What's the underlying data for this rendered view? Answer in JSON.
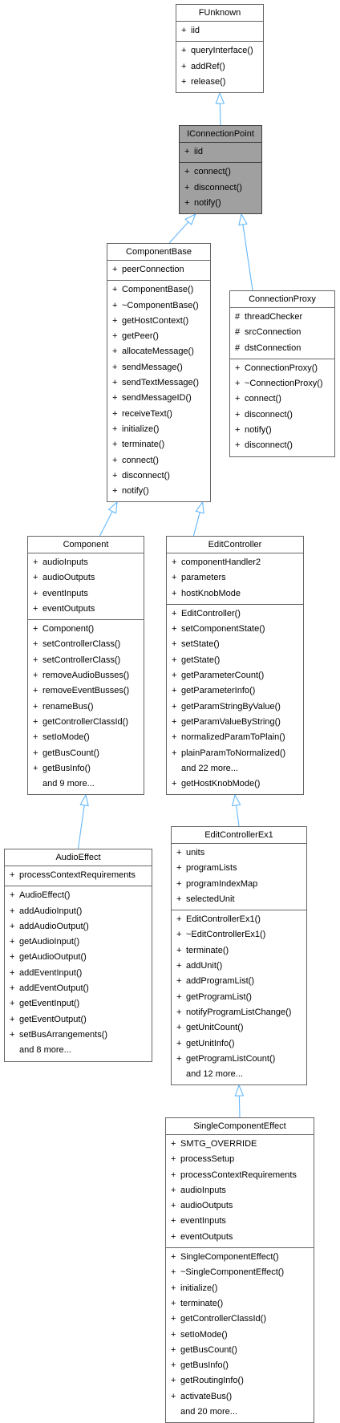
{
  "colors": {
    "edge": "#63b8ff",
    "highlight": "#a0a0a0",
    "border": "#666666"
  },
  "nodes": {
    "funknown": {
      "title": "FUnknown",
      "attrs": [
        {
          "mk": "+",
          "text": "iid"
        }
      ],
      "ops": [
        {
          "mk": "+",
          "text": "queryInterface()"
        },
        {
          "mk": "+",
          "text": "addRef()"
        },
        {
          "mk": "+",
          "text": "release()"
        }
      ]
    },
    "iconnectionpoint": {
      "title": "IConnectionPoint",
      "attrs": [
        {
          "mk": "+",
          "text": "iid"
        }
      ],
      "ops": [
        {
          "mk": "+",
          "text": "connect()"
        },
        {
          "mk": "+",
          "text": "disconnect()"
        },
        {
          "mk": "+",
          "text": "notify()"
        }
      ]
    },
    "componentbase": {
      "title": "ComponentBase",
      "attrs": [
        {
          "mk": "+",
          "text": "peerConnection"
        }
      ],
      "ops": [
        {
          "mk": "+",
          "text": "ComponentBase()"
        },
        {
          "mk": "+",
          "text": "~ComponentBase()"
        },
        {
          "mk": "+",
          "text": "getHostContext()"
        },
        {
          "mk": "+",
          "text": "getPeer()"
        },
        {
          "mk": "+",
          "text": "allocateMessage()"
        },
        {
          "mk": "+",
          "text": "sendMessage()"
        },
        {
          "mk": "+",
          "text": "sendTextMessage()"
        },
        {
          "mk": "+",
          "text": "sendMessageID()"
        },
        {
          "mk": "+",
          "text": "receiveText()"
        },
        {
          "mk": "+",
          "text": "initialize()"
        },
        {
          "mk": "+",
          "text": "terminate()"
        },
        {
          "mk": "+",
          "text": "connect()"
        },
        {
          "mk": "+",
          "text": "disconnect()"
        },
        {
          "mk": "+",
          "text": "notify()"
        }
      ]
    },
    "connectionproxy": {
      "title": "ConnectionProxy",
      "attrs": [
        {
          "mk": "#",
          "text": "threadChecker"
        },
        {
          "mk": "#",
          "text": "srcConnection"
        },
        {
          "mk": "#",
          "text": "dstConnection"
        }
      ],
      "ops": [
        {
          "mk": "+",
          "text": "ConnectionProxy()"
        },
        {
          "mk": "+",
          "text": "~ConnectionProxy()"
        },
        {
          "mk": "+",
          "text": "connect()"
        },
        {
          "mk": "+",
          "text": "disconnect()"
        },
        {
          "mk": "+",
          "text": "notify()"
        },
        {
          "mk": "+",
          "text": "disconnect()"
        }
      ]
    },
    "component": {
      "title": "Component",
      "attrs": [
        {
          "mk": "+",
          "text": "audioInputs"
        },
        {
          "mk": "+",
          "text": "audioOutputs"
        },
        {
          "mk": "+",
          "text": "eventInputs"
        },
        {
          "mk": "+",
          "text": "eventOutputs"
        }
      ],
      "ops": [
        {
          "mk": "+",
          "text": "Component()"
        },
        {
          "mk": "+",
          "text": "setControllerClass()"
        },
        {
          "mk": "+",
          "text": "setControllerClass()"
        },
        {
          "mk": "+",
          "text": "removeAudioBusses()"
        },
        {
          "mk": "+",
          "text": "removeEventBusses()"
        },
        {
          "mk": "+",
          "text": "renameBus()"
        },
        {
          "mk": "+",
          "text": "getControllerClassId()"
        },
        {
          "mk": "+",
          "text": "setIoMode()"
        },
        {
          "mk": "+",
          "text": "getBusCount()"
        },
        {
          "mk": "+",
          "text": "getBusInfo()"
        },
        {
          "mk": "",
          "text": "and 9 more..."
        }
      ]
    },
    "editcontroller": {
      "title": "EditController",
      "attrs": [
        {
          "mk": "+",
          "text": "componentHandler2"
        },
        {
          "mk": "+",
          "text": "parameters"
        },
        {
          "mk": "+",
          "text": "hostKnobMode"
        }
      ],
      "ops": [
        {
          "mk": "+",
          "text": "EditController()"
        },
        {
          "mk": "+",
          "text": "setComponentState()"
        },
        {
          "mk": "+",
          "text": "setState()"
        },
        {
          "mk": "+",
          "text": "getState()"
        },
        {
          "mk": "+",
          "text": "getParameterCount()"
        },
        {
          "mk": "+",
          "text": "getParameterInfo()"
        },
        {
          "mk": "+",
          "text": "getParamStringByValue()"
        },
        {
          "mk": "+",
          "text": "getParamValueByString()"
        },
        {
          "mk": "+",
          "text": "normalizedParamToPlain()"
        },
        {
          "mk": "+",
          "text": "plainParamToNormalized()"
        },
        {
          "mk": "",
          "text": "and 22 more..."
        },
        {
          "mk": "+",
          "text": "getHostKnobMode()"
        }
      ]
    },
    "audioeffect": {
      "title": "AudioEffect",
      "attrs": [
        {
          "mk": "+",
          "text": "processContextRequirements"
        }
      ],
      "ops": [
        {
          "mk": "+",
          "text": "AudioEffect()"
        },
        {
          "mk": "+",
          "text": "addAudioInput()"
        },
        {
          "mk": "+",
          "text": "addAudioOutput()"
        },
        {
          "mk": "+",
          "text": "getAudioInput()"
        },
        {
          "mk": "+",
          "text": "getAudioOutput()"
        },
        {
          "mk": "+",
          "text": "addEventInput()"
        },
        {
          "mk": "+",
          "text": "addEventOutput()"
        },
        {
          "mk": "+",
          "text": "getEventInput()"
        },
        {
          "mk": "+",
          "text": "getEventOutput()"
        },
        {
          "mk": "+",
          "text": "setBusArrangements()"
        },
        {
          "mk": "",
          "text": "and 8 more..."
        }
      ]
    },
    "editcontrollerex1": {
      "title": "EditControllerEx1",
      "attrs": [
        {
          "mk": "+",
          "text": "units"
        },
        {
          "mk": "+",
          "text": "programLists"
        },
        {
          "mk": "+",
          "text": "programIndexMap"
        },
        {
          "mk": "+",
          "text": "selectedUnit"
        }
      ],
      "ops": [
        {
          "mk": "+",
          "text": "EditControllerEx1()"
        },
        {
          "mk": "+",
          "text": "~EditControllerEx1()"
        },
        {
          "mk": "+",
          "text": "terminate()"
        },
        {
          "mk": "+",
          "text": "addUnit()"
        },
        {
          "mk": "+",
          "text": "addProgramList()"
        },
        {
          "mk": "+",
          "text": "getProgramList()"
        },
        {
          "mk": "+",
          "text": "notifyProgramListChange()"
        },
        {
          "mk": "+",
          "text": "getUnitCount()"
        },
        {
          "mk": "+",
          "text": "getUnitInfo()"
        },
        {
          "mk": "+",
          "text": "getProgramListCount()"
        },
        {
          "mk": "",
          "text": "and 12 more..."
        }
      ]
    },
    "singlecomponenteffect": {
      "title": "SingleComponentEffect",
      "attrs": [
        {
          "mk": "+",
          "text": "SMTG_OVERRIDE"
        },
        {
          "mk": "+",
          "text": "processSetup"
        },
        {
          "mk": "+",
          "text": "processContextRequirements"
        },
        {
          "mk": "+",
          "text": "audioInputs"
        },
        {
          "mk": "+",
          "text": "audioOutputs"
        },
        {
          "mk": "+",
          "text": "eventInputs"
        },
        {
          "mk": "+",
          "text": "eventOutputs"
        }
      ],
      "ops": [
        {
          "mk": "+",
          "text": "SingleComponentEffect()"
        },
        {
          "mk": "+",
          "text": "~SingleComponentEffect()"
        },
        {
          "mk": "+",
          "text": "initialize()"
        },
        {
          "mk": "+",
          "text": "terminate()"
        },
        {
          "mk": "+",
          "text": "getControllerClassId()"
        },
        {
          "mk": "+",
          "text": "setIoMode()"
        },
        {
          "mk": "+",
          "text": "getBusCount()"
        },
        {
          "mk": "+",
          "text": "getBusInfo()"
        },
        {
          "mk": "+",
          "text": "getRoutingInfo()"
        },
        {
          "mk": "+",
          "text": "activateBus()"
        },
        {
          "mk": "",
          "text": "and 20 more..."
        }
      ]
    }
  }
}
